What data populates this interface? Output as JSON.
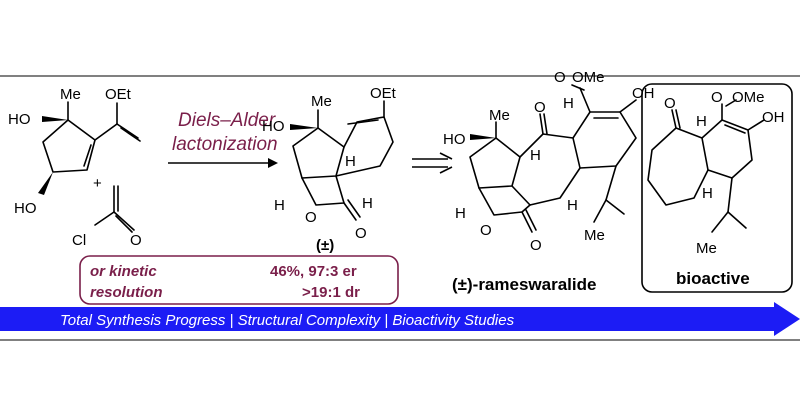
{
  "atoms": {
    "oet": "OEt",
    "me": "Me",
    "ho": "HO",
    "h": "H",
    "o": "O",
    "cl": "Cl",
    "ome": "OMe",
    "oh": "OH",
    "plus": "+"
  },
  "arrow": {
    "line1": "Diels–Alder",
    "line2": "lactonization"
  },
  "racemic_label": "(±)",
  "resolution_note": {
    "line1_left": "or kinetic",
    "line1_right": "46%, 97:3 er",
    "line2_left": "resolution",
    "line2_right": ">19:1 dr"
  },
  "product_label": "(±)-rameswaralide",
  "bioactive_label": "bioactive",
  "banner": {
    "text": "Total Synthesis Progress | Structural Complexity | Bioactivity Studies",
    "color": "#1c1cf5"
  },
  "colors": {
    "accent": "#7a1f4a",
    "frame": "#000000"
  }
}
